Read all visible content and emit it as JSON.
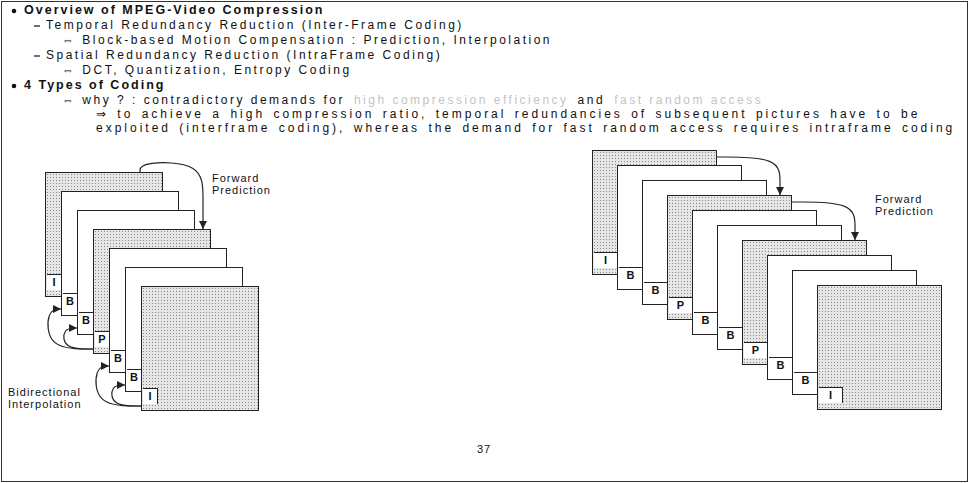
{
  "diagram": {
    "nodes": [
      {
        "text": [
          "I"
        ]
      },
      {
        "text": [
          "B"
        ]
      },
      {
        "text": [
          "B"
        ]
      },
      {
        "text": [
          "P"
        ]
      },
      {
        "text": [
          "B"
        ]
      },
      {
        "text": [
          "B"
        ]
      },
      {
        "text": [
          "I"
        ]
      },
      {
        "text": [
          "I"
        ]
      },
      {
        "text": [
          "B"
        ]
      },
      {
        "text": [
          "B"
        ]
      },
      {
        "text": [
          "P"
        ]
      },
      {
        "text": [
          "B"
        ]
      },
      {
        "text": [
          "B"
        ]
      },
      {
        "text": [
          "P"
        ]
      },
      {
        "text": [
          "B"
        ]
      },
      {
        "text": [
          "B"
        ]
      },
      {
        "text": [
          "I"
        ]
      }
    ],
    "edges": [
      {
        "from": 0,
        "to": 3,
        "arrow": "to"
      },
      {
        "from": 3,
        "to": 2,
        "arrow": "to"
      },
      {
        "from": 3,
        "to": 1,
        "arrow": "to"
      },
      {
        "from": 6,
        "to": 5,
        "arrow": "to"
      },
      {
        "from": 6,
        "to": 4,
        "arrow": "to"
      },
      {
        "from": 7,
        "to": 10,
        "arrow": "to"
      },
      {
        "from": 10,
        "to": 13,
        "arrow": "to"
      }
    ],
    "labels": [
      "Overview of MPEG-Video Compression",
      "Temporal Redundancy Reduction (Inter-Frame Coding)",
      "⇔ Block-based Motion Compensation : Prediction, Interpolation",
      "Spatial Redundancy Reduction (IntraFrame Coding)",
      "⇔ DCT, Quantization, Entropy Coding",
      "4 Types of Coding",
      "⇔ why ? : contradictory demands for",
      "high compression efficiency",
      "and",
      "fast random access",
      "⇒ to achieve a high compression ratio, temporal redundancies of subsequent pictures have to be exploited (interframe coding), whereas the demand for fast random access requires intraframe coding",
      "Forward Prediction",
      "Bidirectional Interpolation",
      "Forward Prediction",
      "37"
    ]
  }
}
